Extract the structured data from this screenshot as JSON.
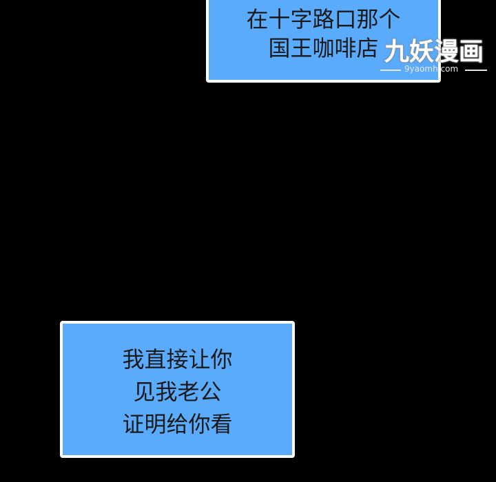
{
  "bubbles": {
    "top": {
      "lines": [
        "在十字路口那个",
        "国王咖啡店"
      ]
    },
    "bottom": {
      "lines": [
        "我直接让你",
        "见我老公",
        "证明给你看"
      ]
    }
  },
  "watermark": {
    "brand": "九妖漫画",
    "url": "9yaomh.com"
  },
  "colors": {
    "background": "#000000",
    "bubble_fill": "#5aabfb",
    "bubble_border": "#ffffff",
    "text": "#1a1a1a"
  }
}
